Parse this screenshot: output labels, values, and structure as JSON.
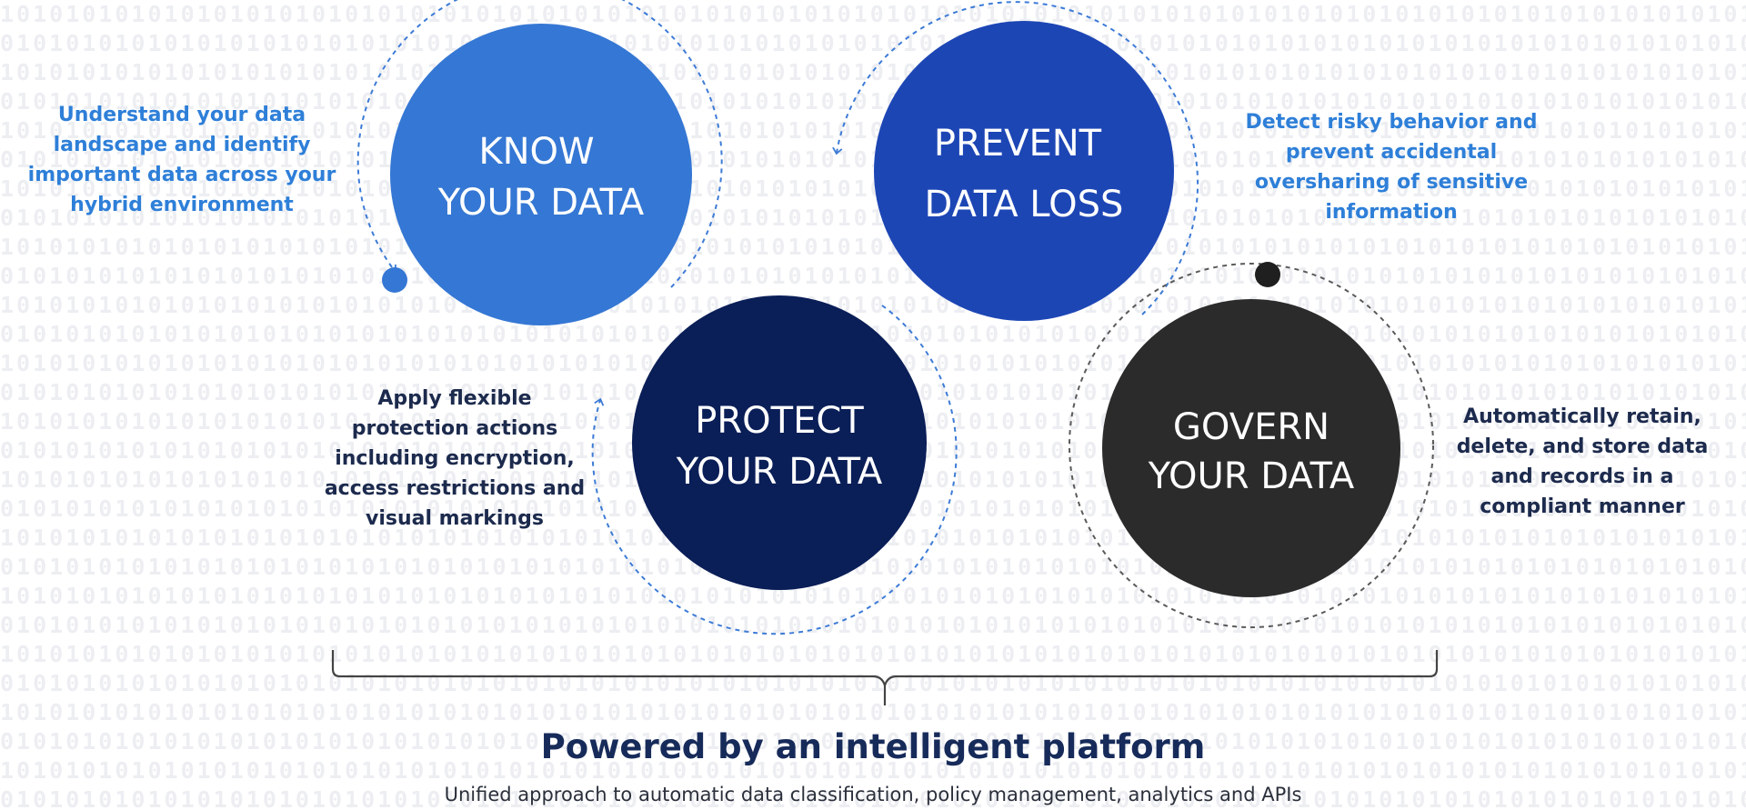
{
  "circles": {
    "know": {
      "line1": "KNOW",
      "line2": "YOUR DATA",
      "color": "#3577d4"
    },
    "prevent": {
      "line1": "PREVENT",
      "line2": "DATA LOSS",
      "color": "#1d46b5"
    },
    "protect": {
      "line1": "PROTECT",
      "line2": "YOUR DATA",
      "color": "#0a1e57"
    },
    "govern": {
      "line1": "GOVERN",
      "line2": "YOUR DATA",
      "color": "#2b2b2b"
    }
  },
  "captions": {
    "know": [
      "Understand your data",
      "landscape and identify",
      "important data across your",
      "hybrid environment"
    ],
    "prevent": [
      "Detect risky behavior and",
      "prevent accidental",
      "oversharing of sensitive",
      "information"
    ],
    "protect": [
      "Apply flexible",
      "protection actions",
      "including encryption,",
      "access restrictions and",
      "visual markings"
    ],
    "govern": [
      "Automatically retain,",
      "delete, and store data",
      "and records in a",
      "compliant manner"
    ]
  },
  "platform": {
    "title": "Powered by an intelligent platform",
    "subtitle": "Unified approach to automatic data classification, policy management, analytics and APIs"
  },
  "colors": {
    "caption_blue": "#2e7fd8",
    "caption_dark": "#1c2a4d",
    "dash_blue": "#3d7bd6",
    "dash_gray": "#5a5a5a",
    "dot_blue": "#3577d4",
    "dot_dark": "#1f1f1f",
    "bracket": "#444444"
  },
  "background_pattern": "binary digits"
}
